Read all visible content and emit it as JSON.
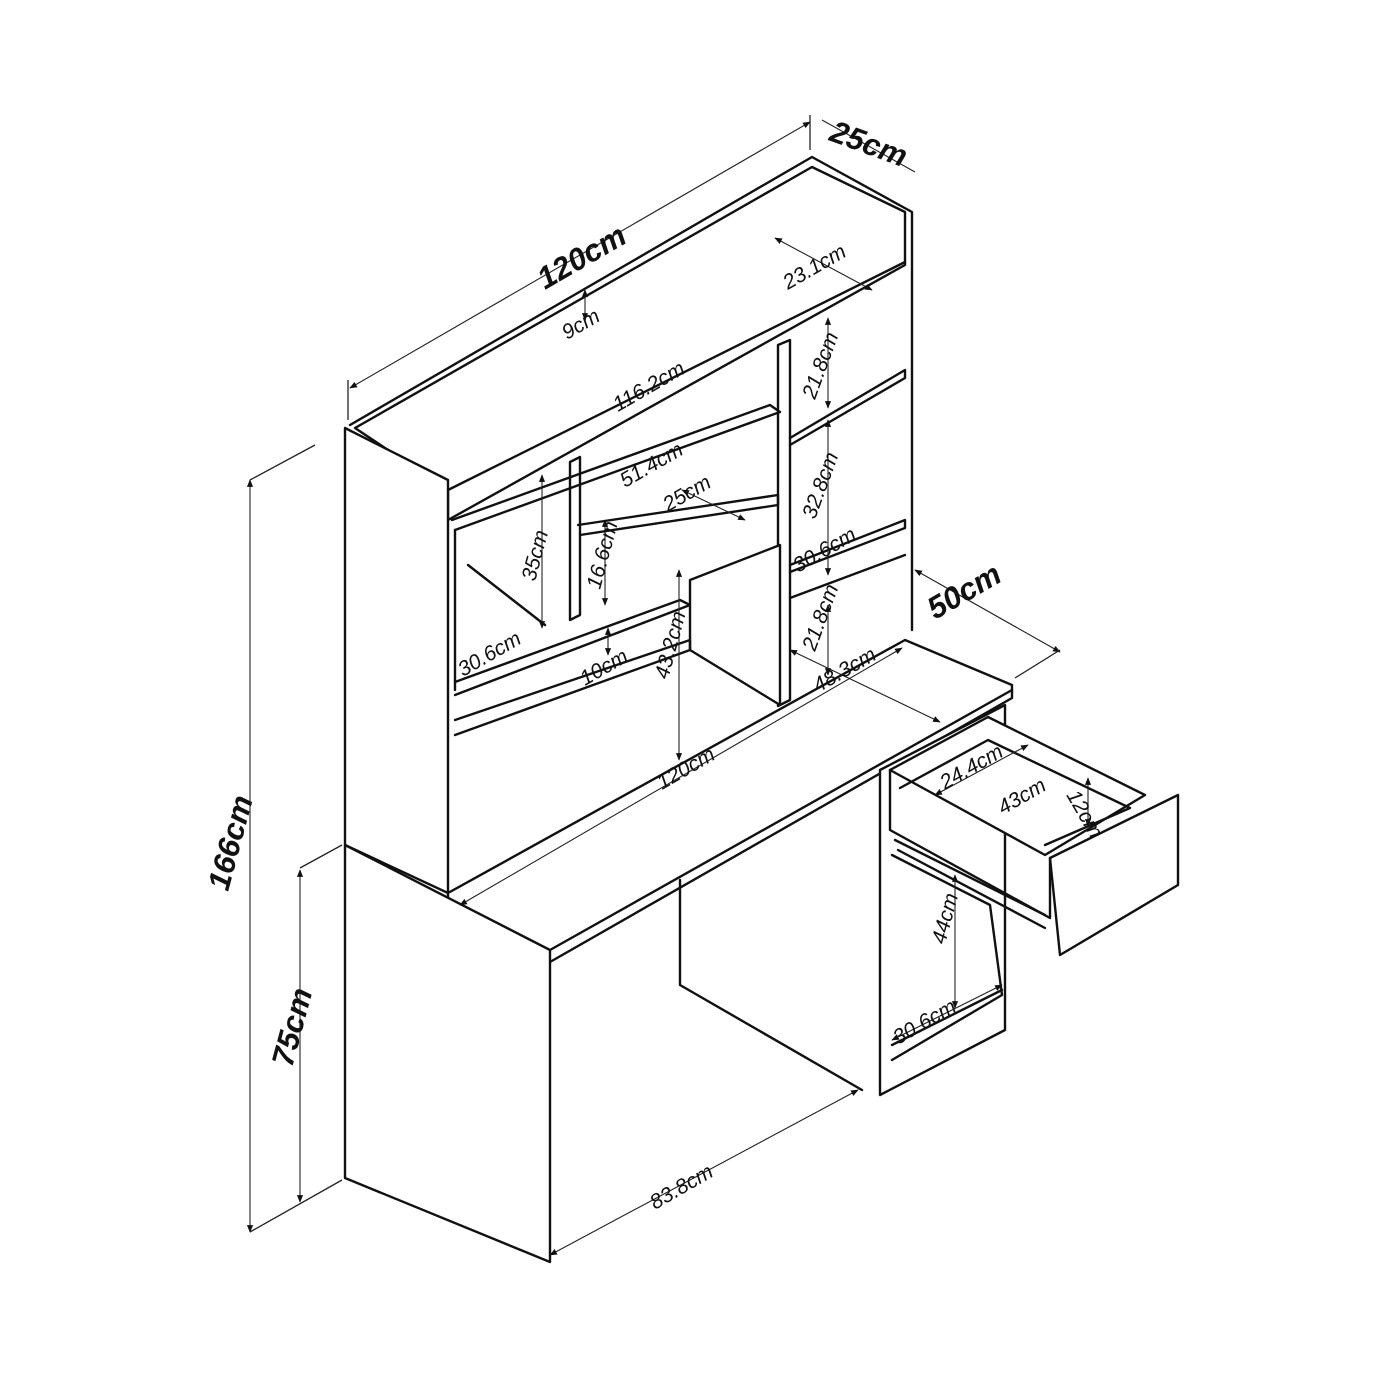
{
  "dimensions": {
    "depth_top": "25cm",
    "width_top": "120cm",
    "shelf_depth_top": "23.1cm",
    "top_gap": "9cm",
    "inner_width": "116.2cm",
    "right_upper_height": "21.8cm",
    "middle_shelf_width": "51.4cm",
    "middle_shelf_depth": "25cm",
    "right_mid_height": "32.8cm",
    "left_cubby_height": "35cm",
    "middle_cubby_height": "16.6cm",
    "right_cubby_width": "30.6cm",
    "desk_depth": "50cm",
    "left_cubby_width": "30.6cm",
    "right_lower_height": "21.8cm",
    "lip_height": "10cm",
    "center_opening_height": "43.2cm",
    "right_side_depth": "48.3cm",
    "drawer_inner_width": "24.4cm",
    "drawer_length": "43cm",
    "drawer_height": "12cm",
    "desk_width": "120cm",
    "total_height": "166cm",
    "desk_height": "75cm",
    "knee_space_width": "83.8cm",
    "cabinet_opening_height": "44cm",
    "cabinet_opening_width": "30.6cm"
  }
}
